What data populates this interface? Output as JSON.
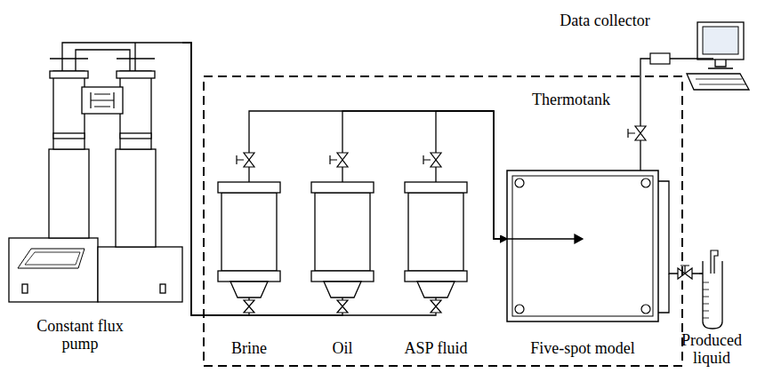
{
  "diagram": {
    "nodes": [
      {
        "text": [
          "Constant flux pump"
        ]
      },
      {
        "text": [
          "Thermotank"
        ]
      },
      {
        "text": [
          "Brine"
        ],
        "in": 1
      },
      {
        "text": [
          "Oil"
        ],
        "in": 1
      },
      {
        "text": [
          "ASP fluid"
        ],
        "in": 1
      },
      {
        "text": [
          "Five-spot model"
        ],
        "in": 1
      },
      {
        "text": [
          "Data collector"
        ]
      },
      {
        "text": [
          "Produced liquid"
        ]
      }
    ],
    "edges": [
      {
        "from": 0,
        "to": 2,
        "arrow": "none"
      },
      {
        "from": 0,
        "to": 3,
        "arrow": "none"
      },
      {
        "from": 0,
        "to": 4,
        "arrow": "none"
      },
      {
        "from": 2,
        "to": 5,
        "arrow": "to"
      },
      {
        "from": 3,
        "to": 5,
        "arrow": "to"
      },
      {
        "from": 4,
        "to": 5,
        "arrow": "to"
      },
      {
        "from": 6,
        "to": 5,
        "arrow": "none"
      },
      {
        "from": 5,
        "to": 7,
        "arrow": "none"
      }
    ]
  }
}
